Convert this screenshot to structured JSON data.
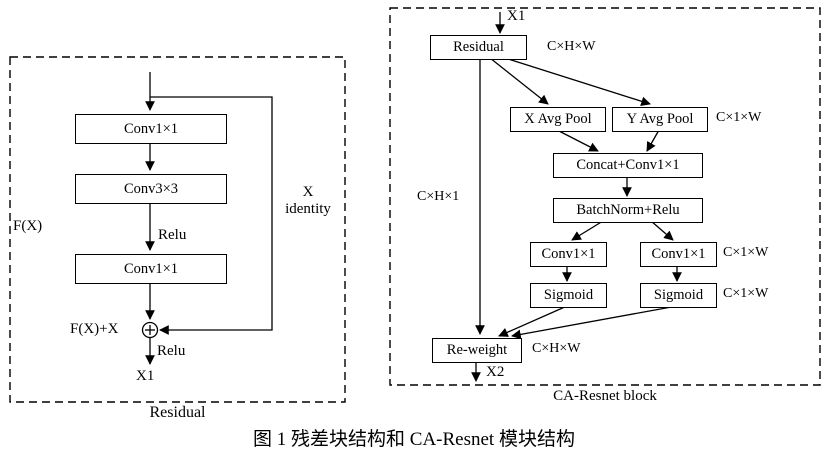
{
  "caption": "图 1  残差块结构和 CA-Resnet 模块结构",
  "left": {
    "title": "Residual",
    "boxes": {
      "conv1": "Conv1×1",
      "conv2": "Conv3×3",
      "conv3": "Conv1×1"
    },
    "labels": {
      "fx": "F(X)",
      "fx_plus_x": "F(X)+X",
      "identity_top": "X",
      "identity_bottom": "identity",
      "relu_mid": "Relu",
      "relu_out": "Relu",
      "x1_out": "X1",
      "plus_symbol": "⊕"
    }
  },
  "right": {
    "title": "CA-Resnet block",
    "input_label": "X1",
    "output_label": "X2",
    "boxes": {
      "residual": "Residual",
      "x_avg_pool": "X Avg Pool",
      "y_avg_pool": "Y Avg Pool",
      "concat_conv": "Concat+Conv1×1",
      "batchnorm_relu": "BatchNorm+Relu",
      "conv_left": "Conv1×1",
      "conv_right": "Conv1×1",
      "sigmoid_left": "Sigmoid",
      "sigmoid_right": "Sigmoid",
      "reweight": "Re-weight"
    },
    "dims": {
      "residual_out": "C×H×W",
      "pool_out": "C×1×W",
      "left_branch": "C×H×1",
      "conv_out": "C×1×W",
      "sigmoid_out": "C×1×W",
      "reweight_out": "C×H×W"
    }
  }
}
